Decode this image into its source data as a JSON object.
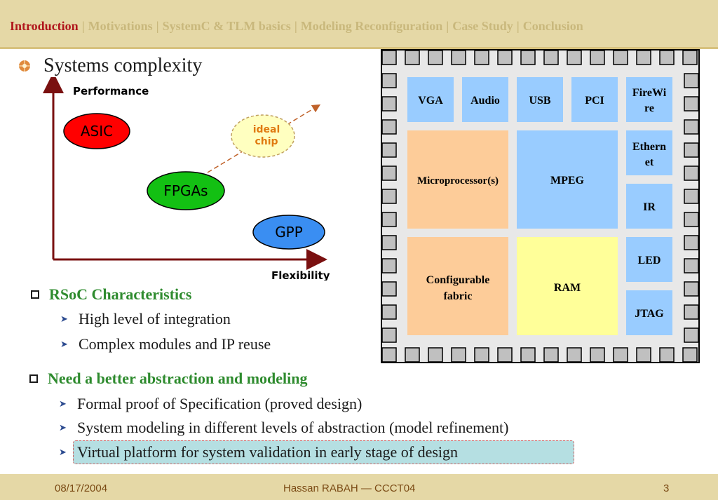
{
  "nav": {
    "active": "Introduction",
    "items": [
      "Motivations",
      "SystemC & TLM basics",
      "Modeling Reconfiguration",
      "Case Study",
      "Conclusion"
    ],
    "separator": "|"
  },
  "slide_title": "Systems complexity",
  "diagram": {
    "y_axis_label": "Performance",
    "x_axis_label": "Flexibility",
    "ovals": [
      {
        "label": "ASIC",
        "color": "#ff0000"
      },
      {
        "label": "FPGAs",
        "color": "#13c013"
      },
      {
        "label": "GPP",
        "color": "#3a8ef2"
      }
    ],
    "ideal_chip": {
      "line1": "ideal",
      "line2": "chip",
      "color": "#ffffc0",
      "text_color": "#e07a10"
    }
  },
  "rsoc": {
    "heading": "RSoC Characteristics",
    "points": [
      "High level of integration",
      "Complex modules and IP reuse"
    ]
  },
  "modeling": {
    "heading": "Need a better abstraction and modeling",
    "points": [
      "Formal proof of Specification (proved design)",
      "System modeling in different levels of abstraction (model refinement)",
      "Virtual platform for system validation in early stage of design"
    ]
  },
  "chip": {
    "blocks": {
      "vga": "VGA",
      "audio": "Audio",
      "usb": "USB",
      "pci": "PCI",
      "firewire": [
        "FireWi",
        "re"
      ],
      "ethernet": [
        "Ethern",
        "et"
      ],
      "ir": "IR",
      "microprocessor": "Microprocessor(s)",
      "mpeg": "MPEG",
      "configurable": [
        "Configurable",
        "fabric"
      ],
      "ram": "RAM",
      "led": "LED",
      "jtag": "JTAG"
    },
    "colors": {
      "blue_block": "#99ccff",
      "orange_block": "#fdcc99",
      "yellow_block": "#ffff99",
      "pin": "#c0c0c0"
    }
  },
  "footer": {
    "date": "08/17/2004",
    "author": "Hassan RABAH — CCCT04",
    "page": "3"
  }
}
